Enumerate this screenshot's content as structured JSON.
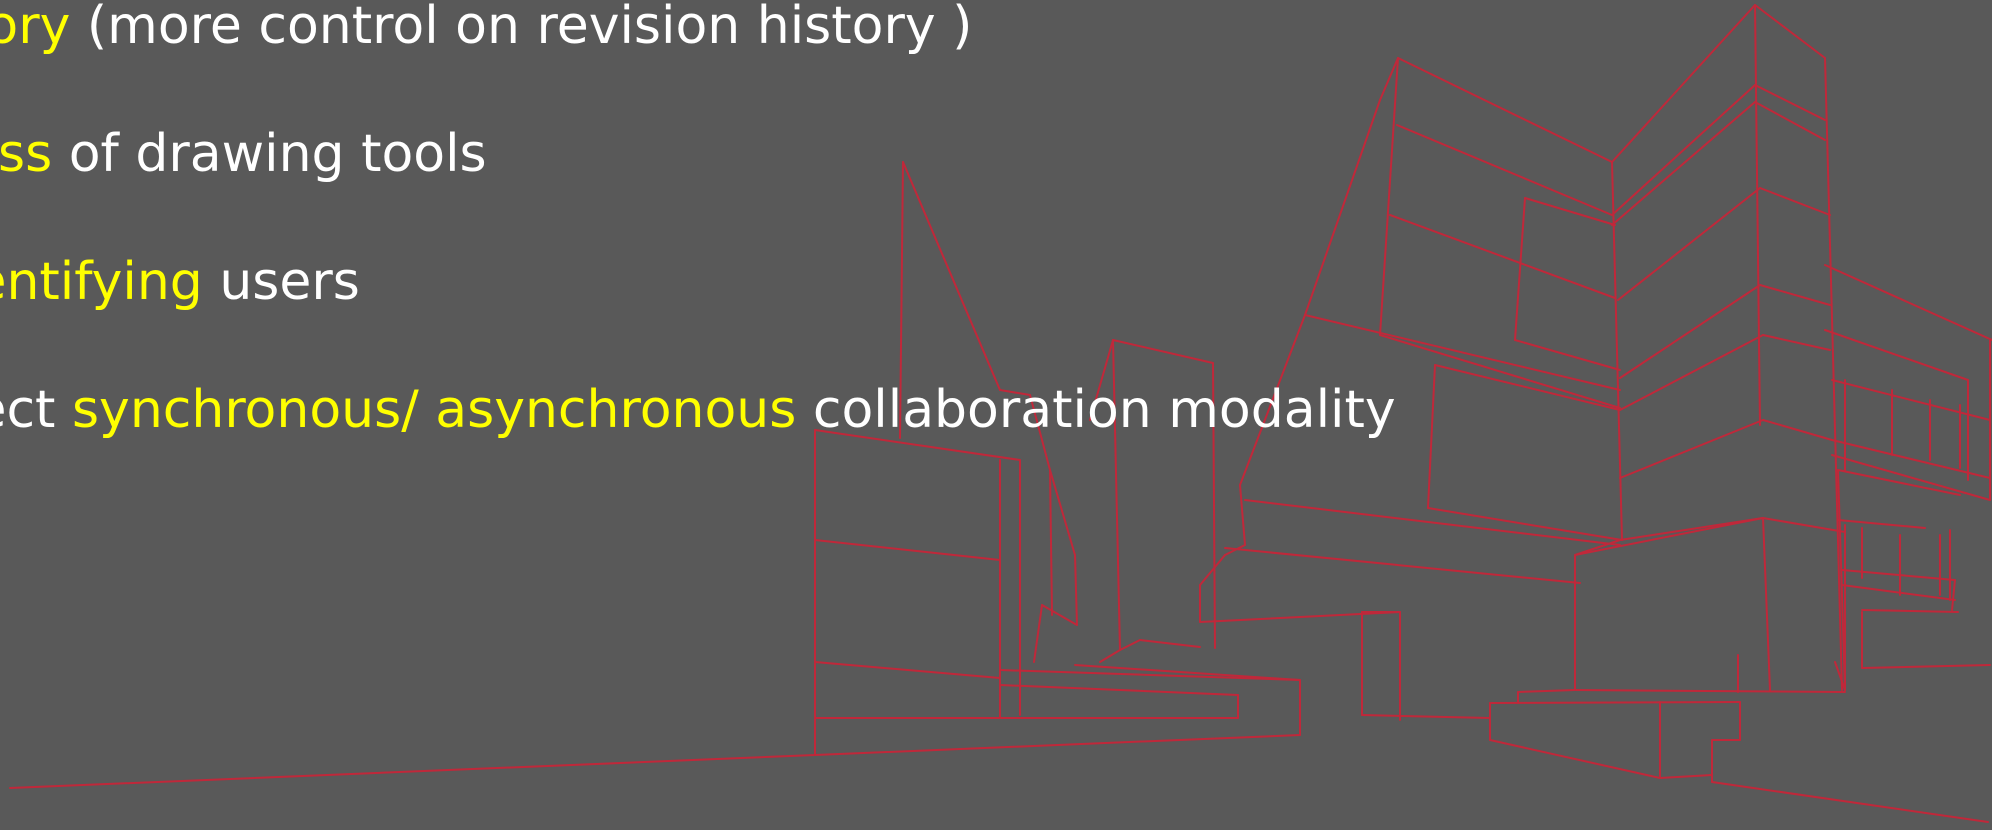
{
  "colors": {
    "background": "#595959",
    "text": "#ffffff",
    "highlight": "#ffff00",
    "sketch": "#c0283a"
  },
  "bullets": [
    {
      "highlight": "tory",
      "text": " (more control on revision history )"
    },
    {
      "highlight": "ess",
      "text": " of drawing tools"
    },
    {
      "highlight": "lentifying",
      "text": " users"
    },
    {
      "prefix": "lect ",
      "highlight": "synchronous/ asynchronous",
      "text": " collaboration modality"
    }
  ],
  "illustration": {
    "icon": "building-sketch-icon"
  }
}
